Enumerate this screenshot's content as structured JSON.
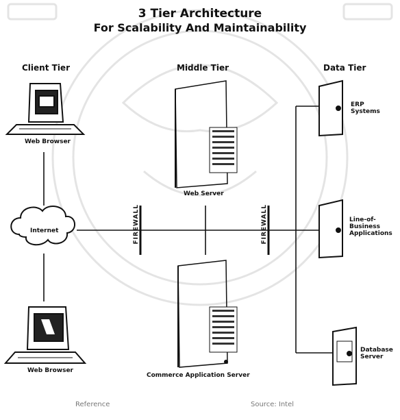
{
  "title": "3 Tier Architecture",
  "subtitle": "For Scalability And Maintainability",
  "tiers": {
    "client": "Client Tier",
    "middle": "Middle Tier",
    "data": "Data Tier"
  },
  "client": {
    "browser_top": "Web Browser",
    "internet": "Internet",
    "browser_bottom": "Web Browser"
  },
  "middle": {
    "web_server": "Web Server",
    "commerce_server": "Commerce Application Server",
    "firewall_left": "FIREWALL",
    "firewall_right": "FIREWALL"
  },
  "data_tier": {
    "erp_line1": "ERP",
    "erp_line2": "Systems",
    "lob_line1": "Line-of-",
    "lob_line2": "Business",
    "lob_line3": "Applications",
    "db_line1": "Database",
    "db_line2": "Server"
  },
  "footer": {
    "left": "Reference",
    "right": "Source: Intel"
  },
  "colors": {
    "line": "#111111",
    "watermark": "#e6e6e6"
  }
}
